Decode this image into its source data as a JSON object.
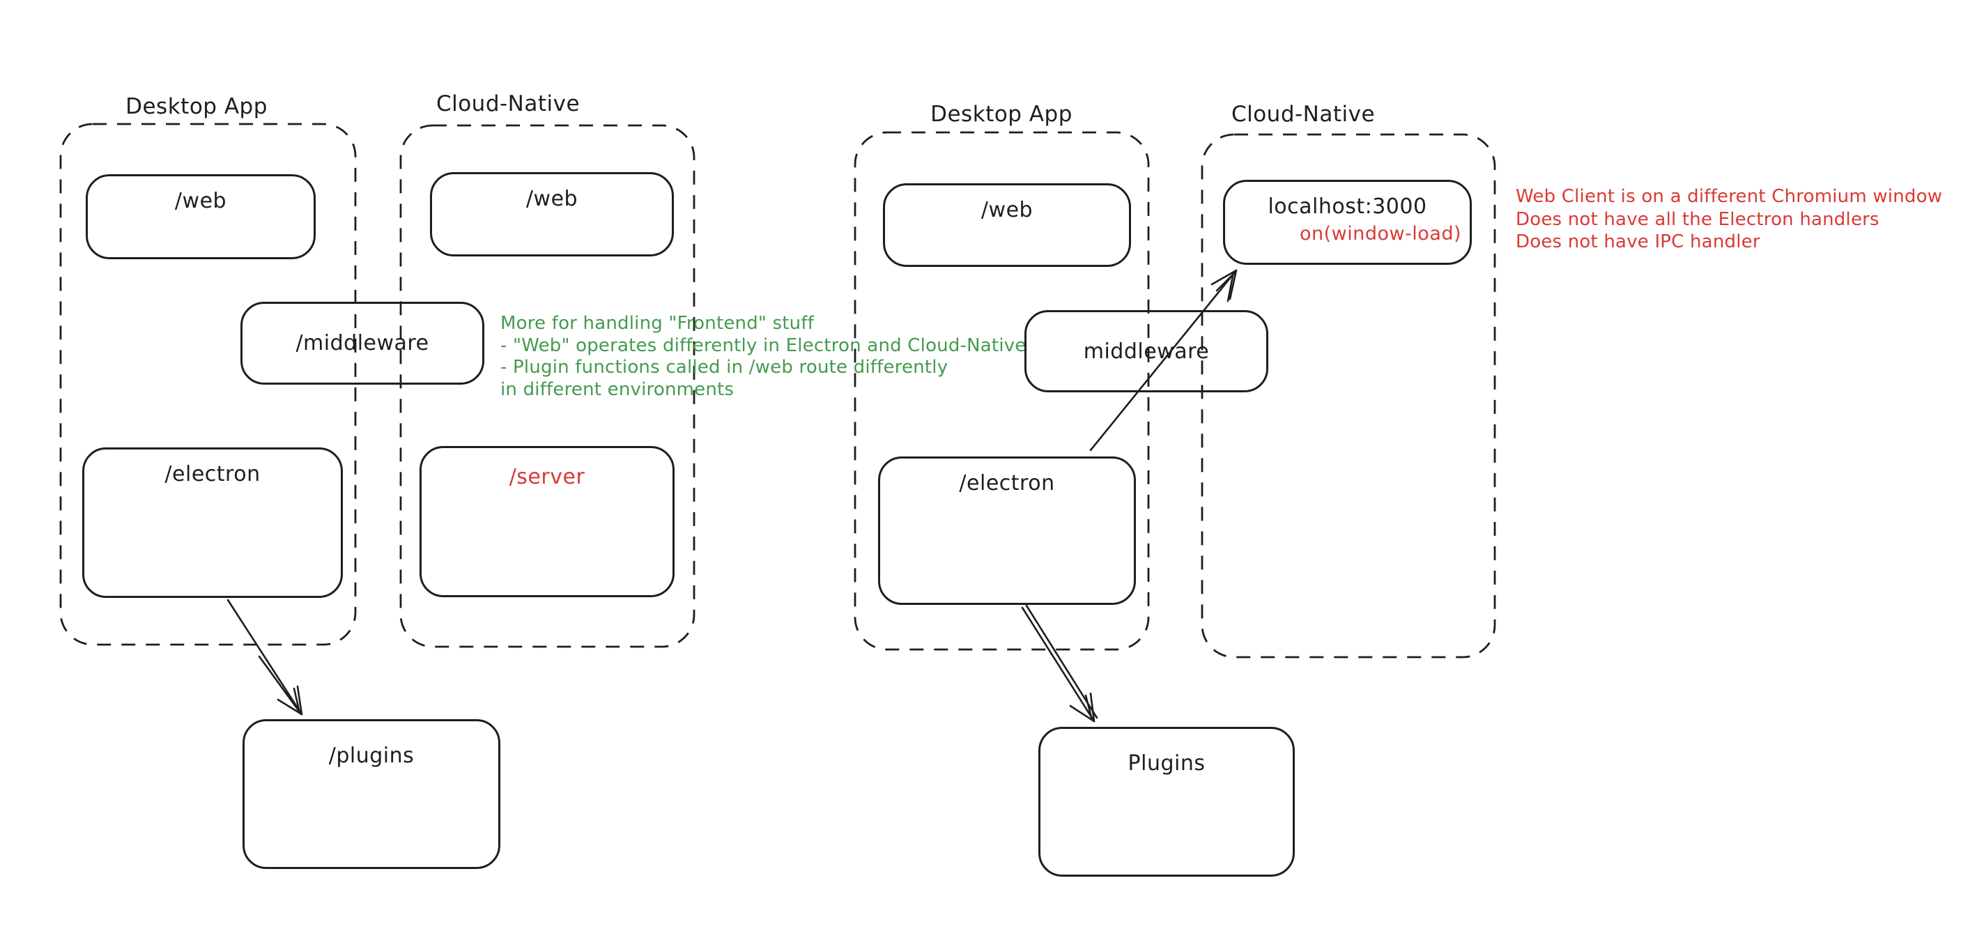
{
  "colors": {
    "stroke": "#1e1e1e",
    "green_note": "#459a4e",
    "red_accent": "#d93a35",
    "background": "#ffffff"
  },
  "left_diagram": {
    "desktop_container": {
      "title": "Desktop App"
    },
    "cloud_container": {
      "title": "Cloud-Native"
    },
    "nodes": {
      "desktop_web": "/web",
      "cloud_web": "/web",
      "middleware": "/middleware",
      "desktop_electron": "/electron",
      "cloud_server": "/server",
      "plugins": "/plugins"
    },
    "green_note": {
      "lines": [
        "More for handling \"Frontend\" stuff",
        "- \"Web\" operates differently in Electron and Cloud-Native",
        "- Plugin functions called in /web route differently",
        "in different environments"
      ]
    }
  },
  "right_diagram": {
    "desktop_container": {
      "title": "Desktop App"
    },
    "cloud_container": {
      "title": "Cloud-Native"
    },
    "nodes": {
      "desktop_web": "/web",
      "middleware": "middleware",
      "desktop_electron": "/electron",
      "localhost": "localhost:3000",
      "localhost_sub": "on(window-load)",
      "plugins": "Plugins"
    },
    "red_note": {
      "lines": [
        "Web Client is on a different Chromium window",
        "Does not have all the Electron handlers",
        "Does not have IPC handler"
      ]
    }
  }
}
